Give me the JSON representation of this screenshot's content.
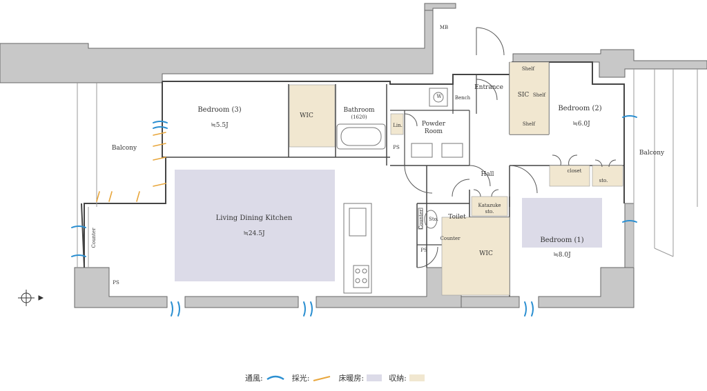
{
  "rooms": {
    "bedroom3": {
      "label": "Bedroom (3)",
      "area": "≒5.5J"
    },
    "bedroom2": {
      "label": "Bedroom (2)",
      "area": "≒6.0J"
    },
    "bedroom1": {
      "label": "Bedroom (1)",
      "area": "≒8.0J"
    },
    "ldk": {
      "label": "Living Dining Kitchen",
      "area": "≒24.5J"
    },
    "bathroom": {
      "label": "Bathroom",
      "sub": "(1620)"
    },
    "powder": {
      "line1": "Powder",
      "line2": "Room"
    },
    "entrance": "Entrance",
    "hall": "Hall",
    "toilet": "Toilet",
    "balcony_left": "Balcony",
    "balcony_right": "Balcony",
    "wic_top": "WIC",
    "wic_bottom": "WIC",
    "sic": "SIC",
    "shelf_top": "Shelf",
    "shelf_right": "Shelf",
    "shelf_bottom": "Shelf",
    "closet": "closet",
    "sto_small": "sto.",
    "katazuke_line1": "Katazuke",
    "katazuke_line2": "sto.",
    "bench": "Bench",
    "mb": "MB",
    "w": "W",
    "lin": "Lin.",
    "ps1": "PS",
    "ps2": "PS",
    "ps3": "PS",
    "counter_left": "Counter",
    "counter_toilet": "Counter",
    "counter_vertical": "Counter",
    "sto_toilet": "Sto."
  },
  "legend": {
    "ventilation": "通風:",
    "daylight": "採光:",
    "floor_heating": "床暖房:",
    "storage": "収納:"
  },
  "colors": {
    "wall": "#c8c8c8",
    "wall_edge": "#666666",
    "floor_heating": "#dcdbe8",
    "storage": "#f1e7d0",
    "ventilation": "#2b8fd1",
    "daylight": "#e8a63b"
  }
}
